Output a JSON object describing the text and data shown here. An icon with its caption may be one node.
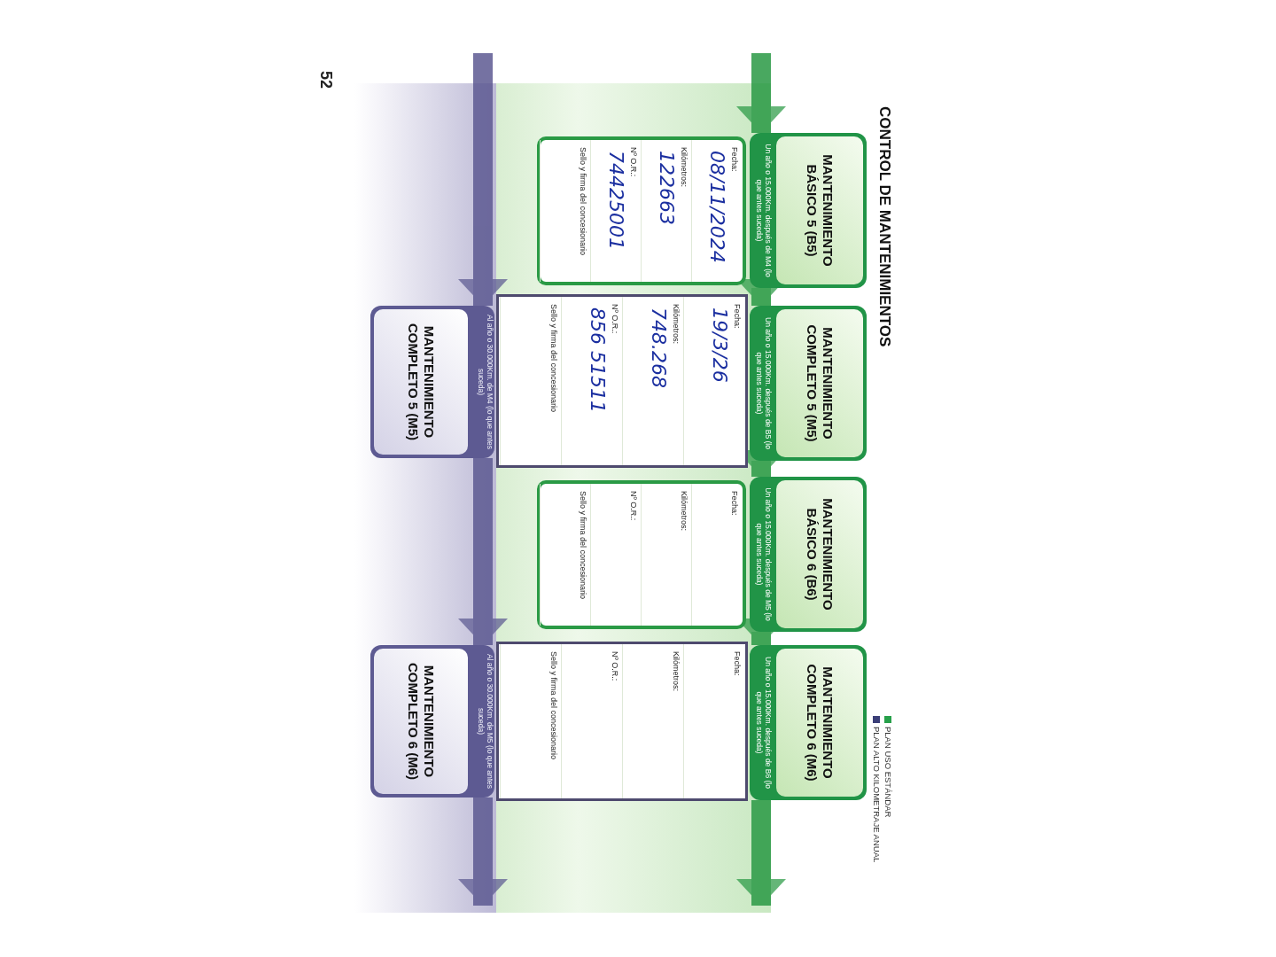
{
  "diagram": {
    "title": "CONTROL DE MANTENIMIENTOS",
    "nodes": [
      {
        "text": [
          "MANTENIMIENTO BÁSICO 5 (B5)",
          "Un año o 15.000Km. después de M4 (lo que antes suceda)"
        ]
      },
      {
        "text": [
          "MANTENIMIENTO COMPLETO 5 (M5)",
          "Un año o 15.000Km. después de B5 (lo que antes suceda)"
        ]
      },
      {
        "text": [
          "MANTENIMIENTO BÁSICO 6 (B6)",
          "Un año o 15.000Km. después de M5 (lo que antes suceda)"
        ]
      },
      {
        "text": [
          "MANTENIMIENTO COMPLETO 6 (M6)",
          "Un año o 15.000Km. después de B6 (lo que antes suceda)"
        ]
      },
      {
        "text": [
          "Fecha:",
          "08/11/2024",
          "Kilómetros:",
          "122663",
          "Nº O.R.:",
          "74425001",
          "Sello y firma del concesionario"
        ]
      },
      {
        "text": [
          "Fecha:",
          "19/3/26",
          "Kilómetros:",
          "748.268",
          "Nº O.R.:",
          "856 51511",
          "Sello y firma del concesionario"
        ]
      },
      {
        "text": [
          "Fecha:",
          "Kilómetros:",
          "Nº O.R.:",
          "Sello y firma del concesionario"
        ]
      },
      {
        "text": [
          "Fecha:",
          "Kilómetros:",
          "Nº O.R.:",
          "Sello y firma del concesionario"
        ]
      },
      {
        "text": [
          "MANTENIMIENTO COMPLETO 5 (M5)",
          "Al año o 30.000Km. de M4 (lo que antes suceda)"
        ]
      },
      {
        "text": [
          "MANTENIMIENTO COMPLETO 6 (M6)",
          "Al año o 30.000Km. de M5 (lo que antes suceda)"
        ]
      }
    ],
    "edges": [
      {
        "from": null,
        "to": 0,
        "arrow": "to"
      },
      {
        "from": 0,
        "to": 1,
        "arrow": "to"
      },
      {
        "from": 1,
        "to": 2,
        "arrow": "to"
      },
      {
        "from": 2,
        "to": 3,
        "arrow": "to"
      },
      {
        "from": 3,
        "to": null,
        "arrow": "to"
      },
      {
        "from": null,
        "to": 8,
        "arrow": "to",
        "color": "#5d5a92"
      },
      {
        "from": 8,
        "to": 9,
        "arrow": "to",
        "color": "#5d5a92"
      },
      {
        "from": 9,
        "to": null,
        "arrow": "to",
        "color": "#5d5a92"
      }
    ],
    "labels": [
      "52"
    ],
    "legend": [
      {
        "text": "PLAN USO ESTÁNDAR",
        "color": "#27a04a"
      },
      {
        "text": "PLAN ALTO KILOMETRAJE ANUAL",
        "color": "#3b3f78"
      }
    ]
  }
}
